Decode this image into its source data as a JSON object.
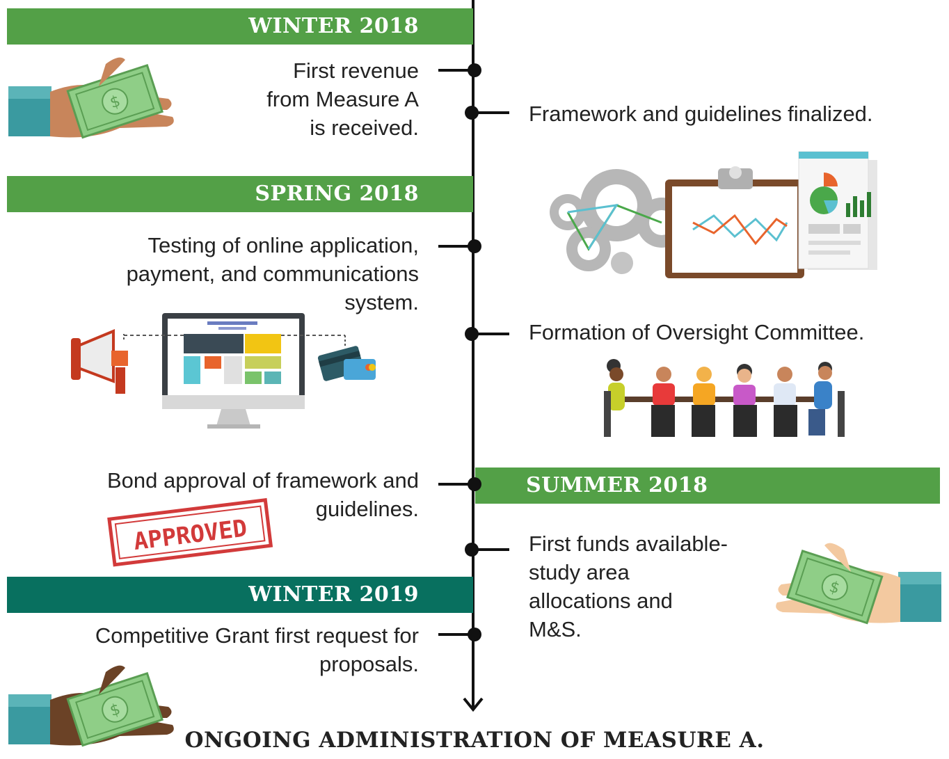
{
  "colors": {
    "green": "#53a047",
    "dark_green": "#08705f",
    "line": "#111111"
  },
  "bands": {
    "winter_2018": "WINTER 2018",
    "spring_2018": "SPRING 2018",
    "summer_2018": "SUMMER 2018",
    "winter_2019": "WINTER 2019"
  },
  "events": {
    "first_revenue": [
      "First revenue",
      "from Measure A",
      "is received."
    ],
    "framework_finalized": [
      "Framework and guidelines finalized."
    ],
    "testing": [
      "Testing of online application,",
      "payment, and communications",
      "system."
    ],
    "oversight_committee": [
      "Formation of Oversight Committee."
    ],
    "bond_approval": [
      "Bond approval of framework and",
      "guidelines."
    ],
    "first_funds": [
      "First funds available-",
      "study area",
      "allocations and",
      "M&S."
    ],
    "competitive_grant": [
      "Competitive Grant first request for",
      "proposals."
    ]
  },
  "stamp_text": "APPROVED",
  "footer": "ONGOING ADMINISTRATION OF MEASURE A.",
  "icons": [
    "hand-money-icon",
    "gears-clipboard-report-icon",
    "computer-megaphone-card-icon",
    "meeting-table-people-icon",
    "approved-stamp-icon",
    "hand-money-icon",
    "hand-money-icon"
  ]
}
